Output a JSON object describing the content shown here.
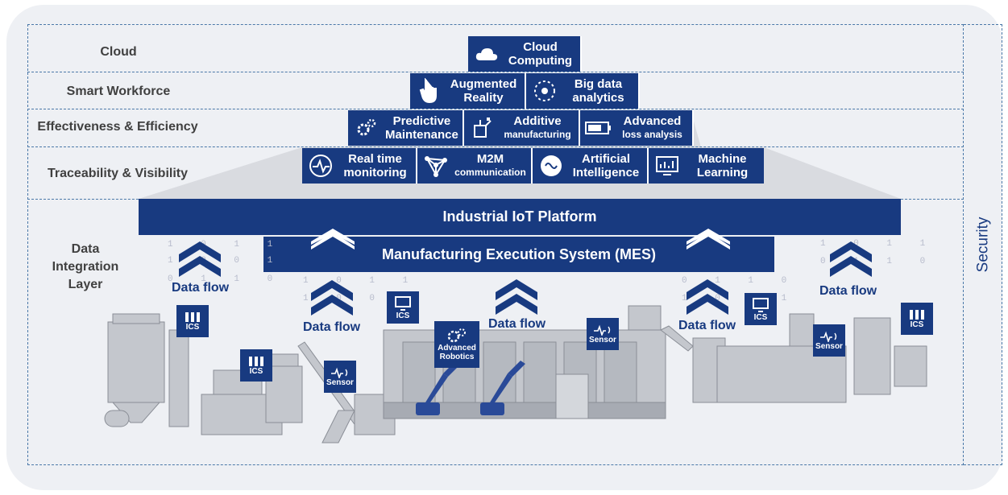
{
  "layers": {
    "cloud": "Cloud",
    "workforce": "Smart Workforce",
    "effectiveness": "Effectiveness & Efficiency",
    "traceability": "Traceability & Visibility",
    "data_integration": "Data Integration Layer",
    "security": "Security"
  },
  "tiles": {
    "cloud_computing": {
      "l1": "Cloud",
      "l2": "Computing",
      "icon": "cloud-icon"
    },
    "augmented_reality": {
      "l1": "Augmented",
      "l2": "Reality",
      "icon": "hand-pointer-icon"
    },
    "big_data": {
      "l1": "Big data",
      "l2": "analytics",
      "icon": "data-gears-icon"
    },
    "predictive": {
      "l1": "Predictive",
      "l2": "Maintenance",
      "icon": "gears-icon"
    },
    "additive": {
      "l1": "Additive",
      "l2": "manufacturing",
      "icon": "3d-print-icon"
    },
    "advanced_loss": {
      "l1": "Advanced",
      "l2": "loss analysis",
      "icon": "battery-icon"
    },
    "realtime": {
      "l1": "Real time",
      "l2": "monitoring",
      "icon": "pulse-monitor-icon"
    },
    "m2m": {
      "l1": "M2M",
      "l2": "communication",
      "icon": "network-icon"
    },
    "ai": {
      "l1": "Artificial",
      "l2": "Intelligence",
      "icon": "brain-icon"
    },
    "ml": {
      "l1": "Machine",
      "l2": "Learning",
      "icon": "chart-screen-icon"
    }
  },
  "platforms": {
    "iot": "Industrial IoT Platform",
    "mes": "Manufacturing Execution System (MES)"
  },
  "flow": {
    "label": "Data flow"
  },
  "badges": {
    "ics": "ICS",
    "sensor": "Sensor",
    "robotics_l1": "Advanced",
    "robotics_l2": "Robotics"
  },
  "bits": {
    "a": "1 0 1 1",
    "b": "1 0 0 1",
    "c": "0 1 1 0"
  },
  "colors": {
    "navy": "#183a80",
    "panel": "#eef0f4",
    "dash": "#4a78a8"
  }
}
